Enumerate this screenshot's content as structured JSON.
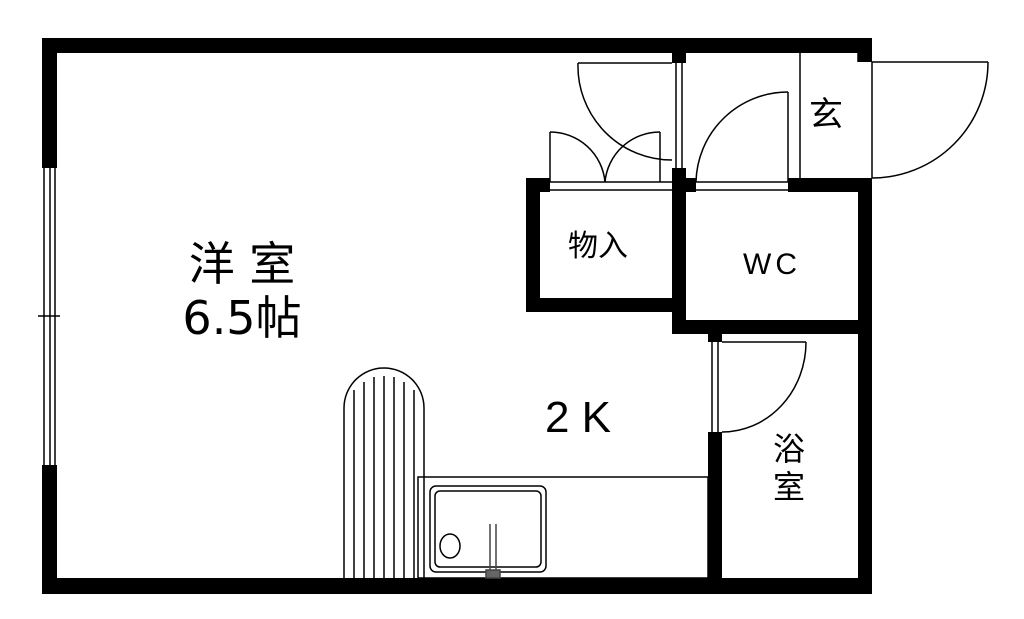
{
  "rooms": {
    "western_room": {
      "name": "洋 室",
      "size": "6.5帖"
    },
    "kitchen": {
      "name": "2 K"
    },
    "storage": {
      "name": "物入"
    },
    "toilet": {
      "name": "WC"
    },
    "entrance": {
      "name": "玄"
    },
    "bathroom": {
      "name_line1": "浴",
      "name_line2": "室"
    }
  },
  "colors": {
    "wall": "#000000",
    "fixture": "#444444",
    "background": "#ffffff"
  }
}
